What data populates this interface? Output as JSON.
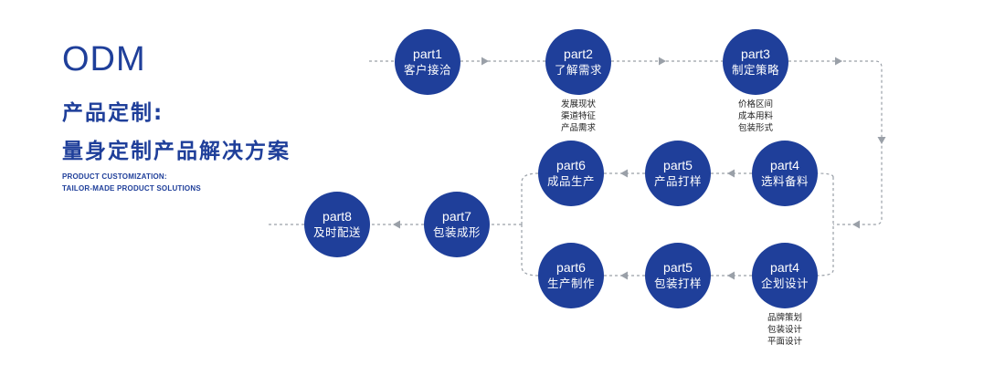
{
  "header": {
    "title": "ODM",
    "subtitle_line1": "产品定制:",
    "subtitle_line2": "量身定制产品解决方案",
    "english_line1": "PRODUCT CUSTOMIZATION:",
    "english_line2": "TAILOR-MADE PRODUCT SOLUTIONS"
  },
  "colors": {
    "node": "#1f3f9a",
    "connector": "#9aa0a8",
    "text": "#1f3f9a"
  },
  "steps": [
    {
      "id": "p1",
      "part": "part1",
      "title": "客户接洽"
    },
    {
      "id": "p2",
      "part": "part2",
      "title": "了解需求",
      "notes": [
        "发展现状",
        "渠道特征",
        "产品需求"
      ]
    },
    {
      "id": "p3",
      "part": "part3",
      "title": "制定策略",
      "notes": [
        "价格区间",
        "成本用料",
        "包装形式"
      ]
    },
    {
      "id": "p4a",
      "part": "part4",
      "title": "选料备料"
    },
    {
      "id": "p5a",
      "part": "part5",
      "title": "产品打样"
    },
    {
      "id": "p6a",
      "part": "part6",
      "title": "成品生产"
    },
    {
      "id": "p4b",
      "part": "part4",
      "title": "企划设计",
      "notes": [
        "品牌策划",
        "包装设计",
        "平面设计"
      ]
    },
    {
      "id": "p5b",
      "part": "part5",
      "title": "包装打样"
    },
    {
      "id": "p6b",
      "part": "part6",
      "title": "生产制作"
    },
    {
      "id": "p7",
      "part": "part7",
      "title": "包装成形"
    },
    {
      "id": "p8",
      "part": "part8",
      "title": "及时配送"
    }
  ]
}
